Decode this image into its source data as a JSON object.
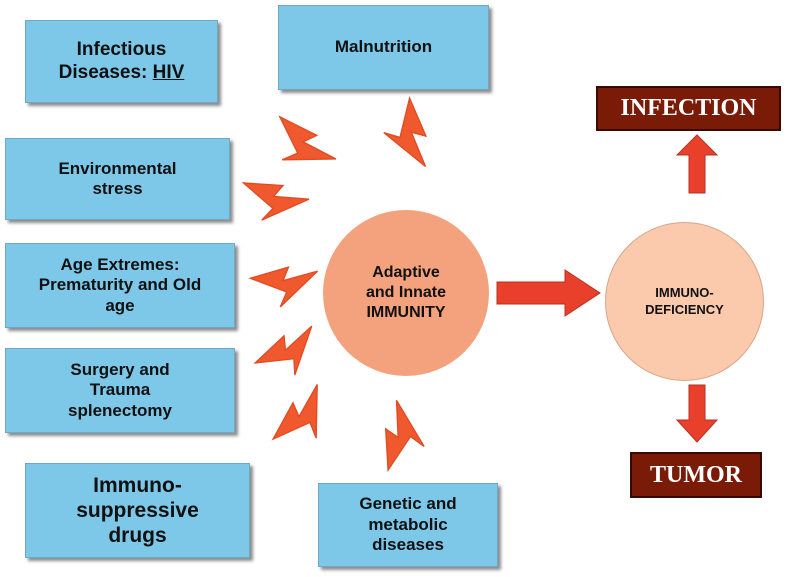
{
  "factors": {
    "infectious": {
      "line1": "Infectious",
      "line2_prefix": "Diseases: ",
      "line2_emph": "HIV"
    },
    "malnutrition": {
      "label": "Malnutrition"
    },
    "environmental": {
      "line1": "Environmental",
      "line2": "stress"
    },
    "age": {
      "line1": "Age Extremes:",
      "line2": "Prematurity and Old",
      "line3": "age"
    },
    "surgery": {
      "line1": "Surgery and",
      "line2": "Trauma",
      "line3": "splenectomy"
    },
    "drugs": {
      "line1": "Immuno-",
      "line2": "suppressive",
      "line3": "drugs"
    },
    "genetic": {
      "line1": "Genetic and",
      "line2": "metabolic",
      "line3": "diseases"
    }
  },
  "center": {
    "line1": "Adaptive",
    "line2": "and Innate",
    "line3": "IMMUNITY"
  },
  "result": {
    "line1": "IMMUNO-",
    "line2": "DEFICIENCY"
  },
  "outcomes": {
    "infection": "INFECTION",
    "tumor": "TUMOR"
  },
  "colors": {
    "factor_box": "#7dc7e8",
    "lightning": "#f0592e",
    "immunity_circle": "#f3a27d",
    "deficiency_circle": "#fbc9ac",
    "outcome_box": "#7a1b08",
    "arrow": "#e8402a"
  }
}
